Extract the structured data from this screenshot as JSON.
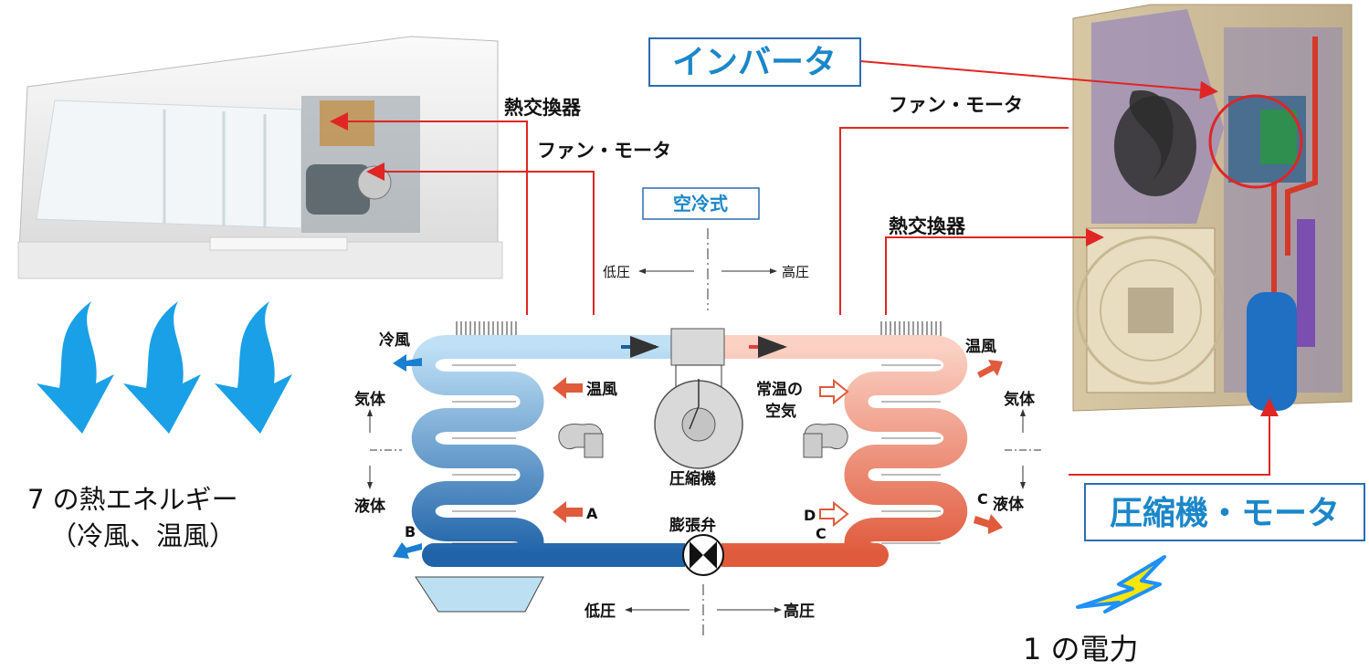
{
  "colors": {
    "cold_pipe": "#5a9fd8",
    "cold_pipe_dark": "#1f63a8",
    "hot_pipe": "#f2a48e",
    "hot_pipe_dark": "#e05a3c",
    "red_line": "#e02525",
    "blue_box_border": "#2b6cb0",
    "blue_text": "#1b87c9",
    "airflow_blue": "#1aa0e6",
    "lightning_yellow": "#ffe600",
    "lightning_blue": "#1e90ff"
  },
  "labels": {
    "indoor_heat_exchanger": "熱交換器",
    "indoor_fan_motor": "ファン・モータ",
    "outdoor_fan_motor": "ファン・モータ",
    "outdoor_heat_exchanger": "熱交換器",
    "inverter": "インバータ",
    "compressor_motor": "圧縮機・モータ",
    "air_cooled": "空冷式",
    "low_pressure_top": "低圧",
    "high_pressure_top": "高圧",
    "low_pressure_bottom": "低圧",
    "high_pressure_bottom": "高圧",
    "cold_air": "冷風",
    "warm_air_in": "温風",
    "gas_left": "気体",
    "liquid_left": "液体",
    "point_a": "A",
    "point_b": "B",
    "compressor": "圧縮機",
    "normal_temp_air_line1": "常温の",
    "normal_temp_air_line2": "空気",
    "warm_air_out": "温風",
    "gas_right": "気体",
    "liquid_right": "液体",
    "point_c_right": "C",
    "point_d": "D",
    "point_c": "C",
    "expansion_valve": "膨張弁",
    "heat_energy_line1": "7 の熱エネルギー",
    "heat_energy_line2": "（冷風、温風）",
    "electric_power": "1 の電力"
  },
  "icons": {
    "airflow": "blue-curved-arrow-icon",
    "lightning": "lightning-bolt-icon",
    "fan": "fan-blade-icon",
    "valve": "expansion-valve-icon"
  }
}
